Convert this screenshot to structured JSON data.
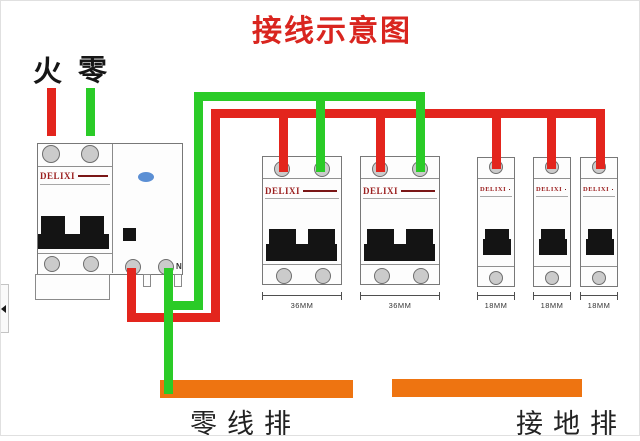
{
  "title": {
    "text": "接线示意图",
    "color": "#d9251f"
  },
  "input_labels": {
    "live": "火",
    "neutral": "零"
  },
  "colors": {
    "live_wire": "#e3251d",
    "neutral_wire": "#2acb27",
    "bus_bar_orange": "#ee7411",
    "brand_text": "#9b1f1f",
    "indicator_blue": "#5b8fd4",
    "toggle_black": "#141414"
  },
  "main_breaker": {
    "brand": "DELIXI",
    "neutral_terminal_label": "N"
  },
  "branch_breakers_2p": [
    {
      "brand": "DELIXI",
      "width_label": "36MM"
    },
    {
      "brand": "DELIXI",
      "width_label": "36MM"
    }
  ],
  "branch_breakers_1p": [
    {
      "brand": "DELIXI",
      "width_label": "18MM"
    },
    {
      "brand": "DELIXI",
      "width_label": "18MM"
    },
    {
      "brand": "DELIXI",
      "width_label": "18MM"
    }
  ],
  "bus_bars": {
    "neutral": {
      "label": "零线排"
    },
    "ground": {
      "label": "接地排"
    }
  }
}
